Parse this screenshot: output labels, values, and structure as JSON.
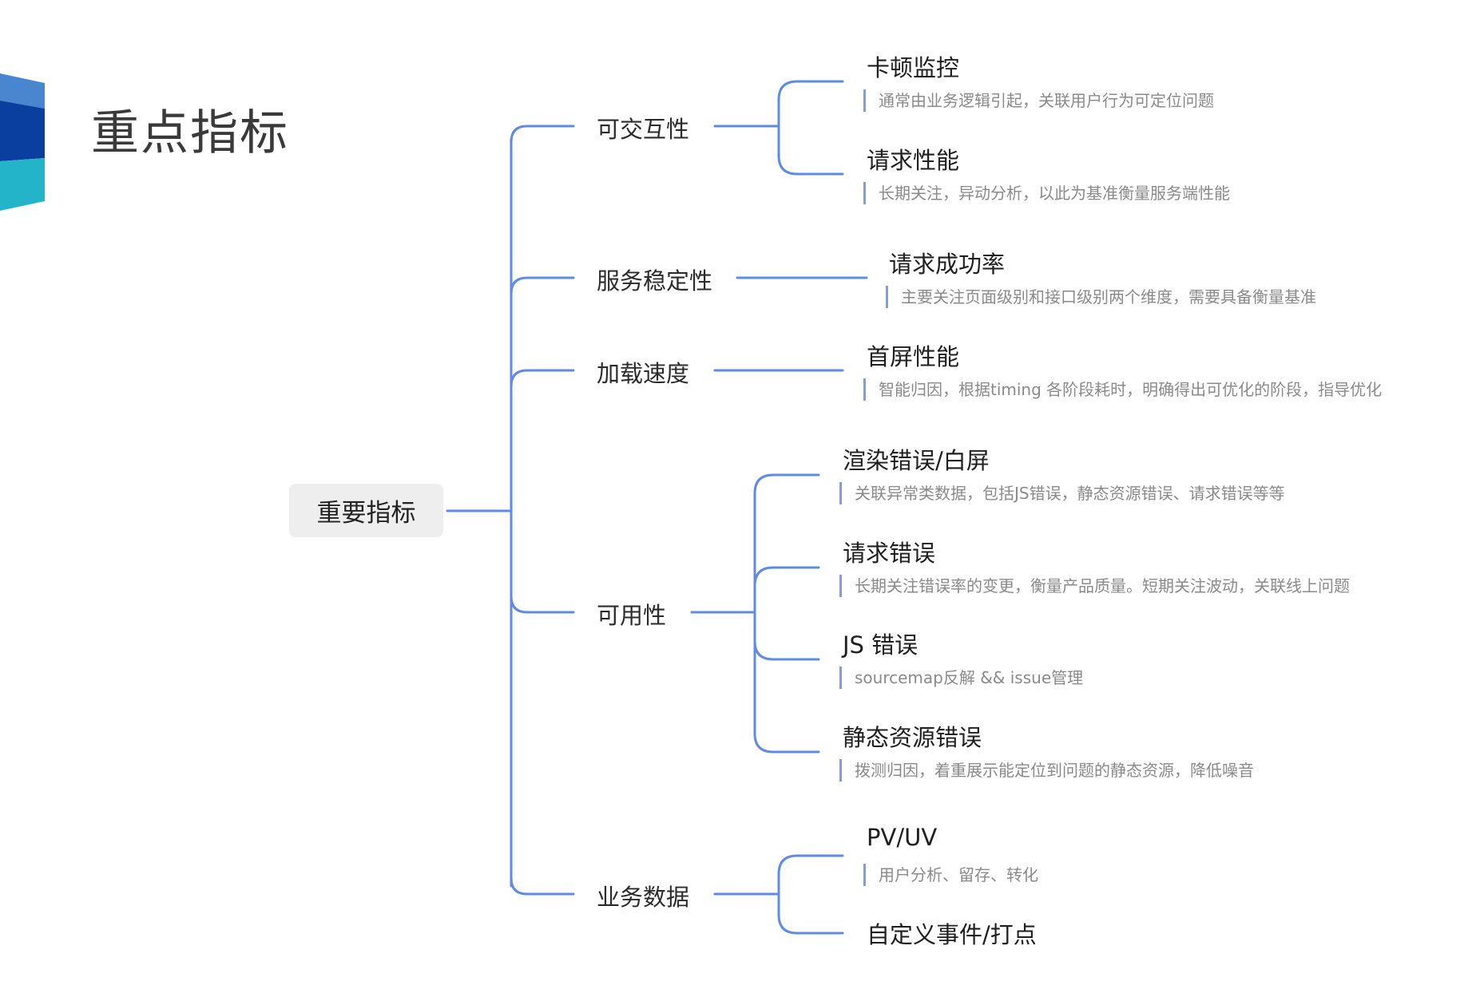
{
  "page_title": "重点指标",
  "accent_colors": {
    "line": "#5d8be6",
    "logo_blue_dark": "#0a3fa0",
    "logo_blue_light": "#4a86cf",
    "logo_teal": "#23b4c9"
  },
  "root": {
    "label": "重要指标"
  },
  "branches": [
    {
      "label": "可交互性",
      "children": [
        {
          "title": "卡顿监控",
          "note": "通常由业务逻辑引起，关联用户行为可定位问题"
        },
        {
          "title": "请求性能",
          "note": "长期关注，异动分析，以此为基准衡量服务端性能"
        }
      ]
    },
    {
      "label": "服务稳定性",
      "children": [
        {
          "title": "请求成功率",
          "note": "主要关注页面级别和接口级别两个维度，需要具备衡量基准"
        }
      ]
    },
    {
      "label": "加载速度",
      "children": [
        {
          "title": "首屏性能",
          "note": "智能归因，根据timing 各阶段耗时，明确得出可优化的阶段，指导优化"
        }
      ]
    },
    {
      "label": "可用性",
      "children": [
        {
          "title": "渲染错误/白屏",
          "note": "关联异常类数据，包括JS错误，静态资源错误、请求错误等等"
        },
        {
          "title": "请求错误",
          "note": "长期关注错误率的变更，衡量产品质量。短期关注波动，关联线上问题"
        },
        {
          "title": "JS 错误",
          "note": "sourcemap反解 && issue管理"
        },
        {
          "title": "静态资源错误",
          "note": "拨测归因，着重展示能定位到问题的静态资源，降低噪音"
        }
      ]
    },
    {
      "label": "业务数据",
      "children": [
        {
          "title": "PV/UV",
          "note": "用户分析、留存、转化"
        },
        {
          "title": "自定义事件/打点"
        }
      ]
    }
  ]
}
